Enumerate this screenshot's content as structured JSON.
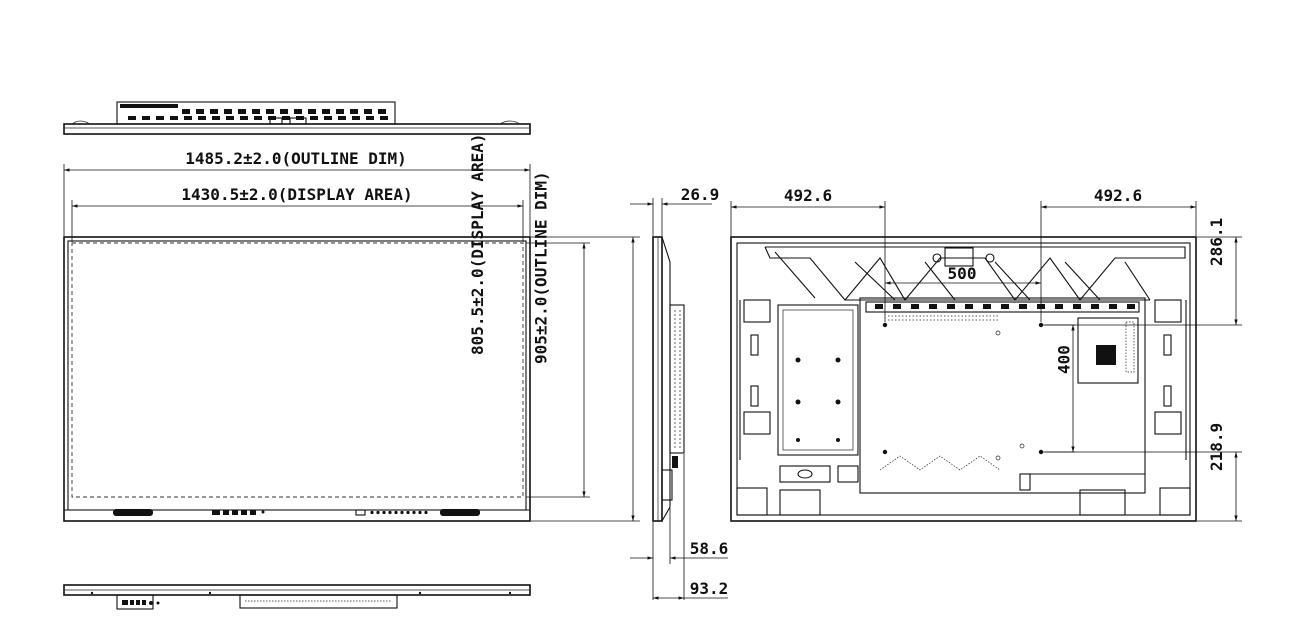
{
  "dimensions": {
    "outline_width": "1485.2±2.0(OUTLINE DIM)",
    "display_width": "1430.5±2.0(DISPLAY AREA)",
    "display_height": "805.5±2.0(DISPLAY AREA)",
    "outline_height": "905±2.0(OUTLINE DIM)",
    "depth_top": "26.9",
    "depth_mid": "58.6",
    "depth_total": "93.2",
    "vesa_left_offset": "492.6",
    "vesa_right_offset": "492.6",
    "vesa_horizontal": "500",
    "vesa_vertical": "400",
    "vesa_top_offset": "286.1",
    "vesa_bottom_offset": "218.9"
  }
}
